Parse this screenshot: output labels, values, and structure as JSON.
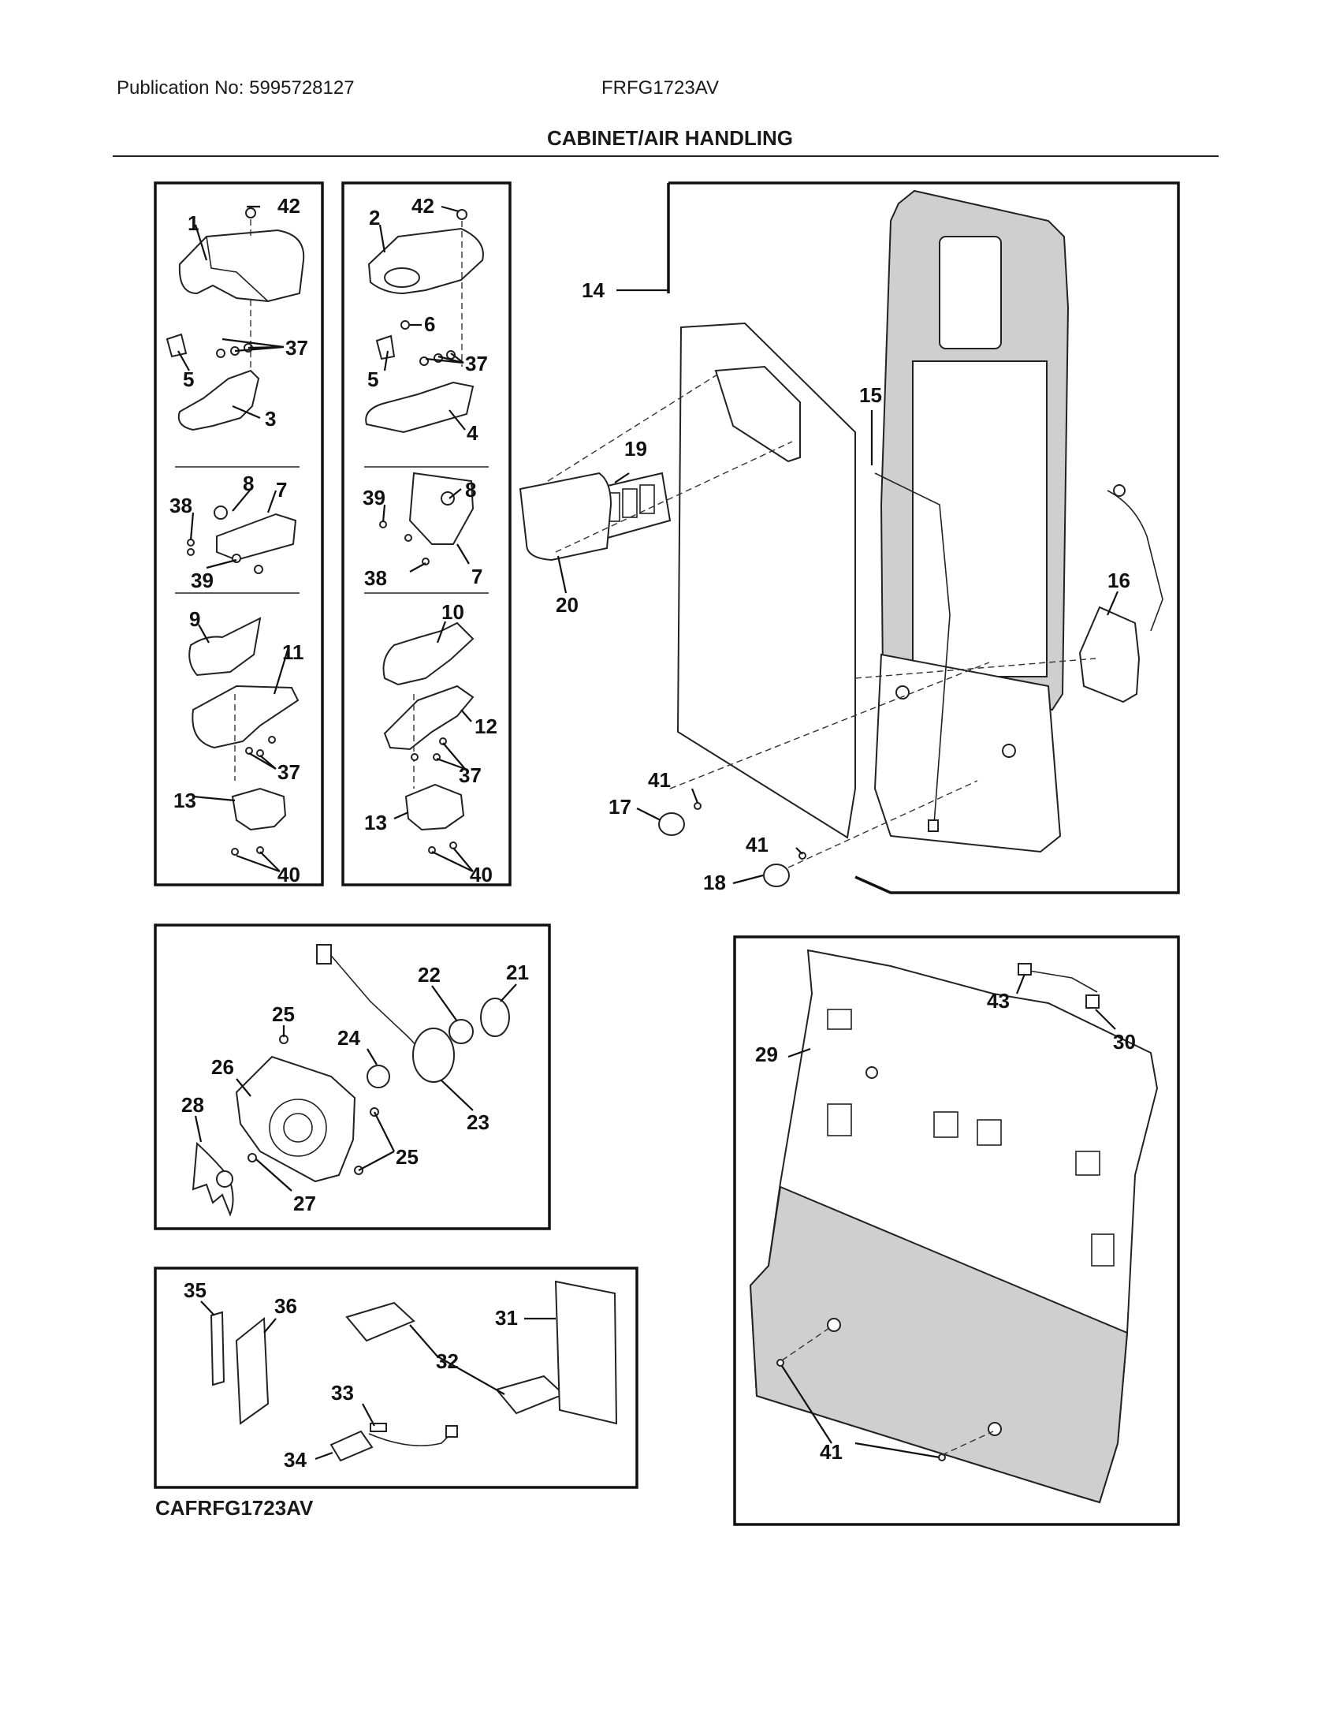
{
  "header": {
    "publication": "Publication No: 5995728127",
    "model": "FRFG1723AV",
    "title": "CABINET/AIR HANDLING"
  },
  "footer": {
    "code": "CAFRFG1723AV"
  },
  "callouts": {
    "c1": "1",
    "c2": "2",
    "c3": "3",
    "c4": "4",
    "c5a": "5",
    "c5b": "5",
    "c6": "6",
    "c7a": "7",
    "c7b": "7",
    "c8a": "8",
    "c8b": "8",
    "c9": "9",
    "c10": "10",
    "c11": "11",
    "c12": "12",
    "c13a": "13",
    "c13b": "13",
    "c14": "14",
    "c15": "15",
    "c16": "16",
    "c17": "17",
    "c18": "18",
    "c19": "19",
    "c20": "20",
    "c21": "21",
    "c22": "22",
    "c23": "23",
    "c24": "24",
    "c25a": "25",
    "c25b": "25",
    "c26": "26",
    "c27": "27",
    "c28": "28",
    "c29": "29",
    "c30": "30",
    "c31": "31",
    "c32": "32",
    "c33": "33",
    "c34": "34",
    "c35": "35",
    "c36": "36",
    "c37a": "37",
    "c37b": "37",
    "c37c": "37",
    "c37d": "37",
    "c38a": "38",
    "c38b": "38",
    "c39a": "39",
    "c39b": "39",
    "c40a": "40",
    "c40b": "40",
    "c41a": "41",
    "c41b": "41",
    "c41c": "41",
    "c42a": "42",
    "c42b": "42",
    "c43": "43"
  }
}
